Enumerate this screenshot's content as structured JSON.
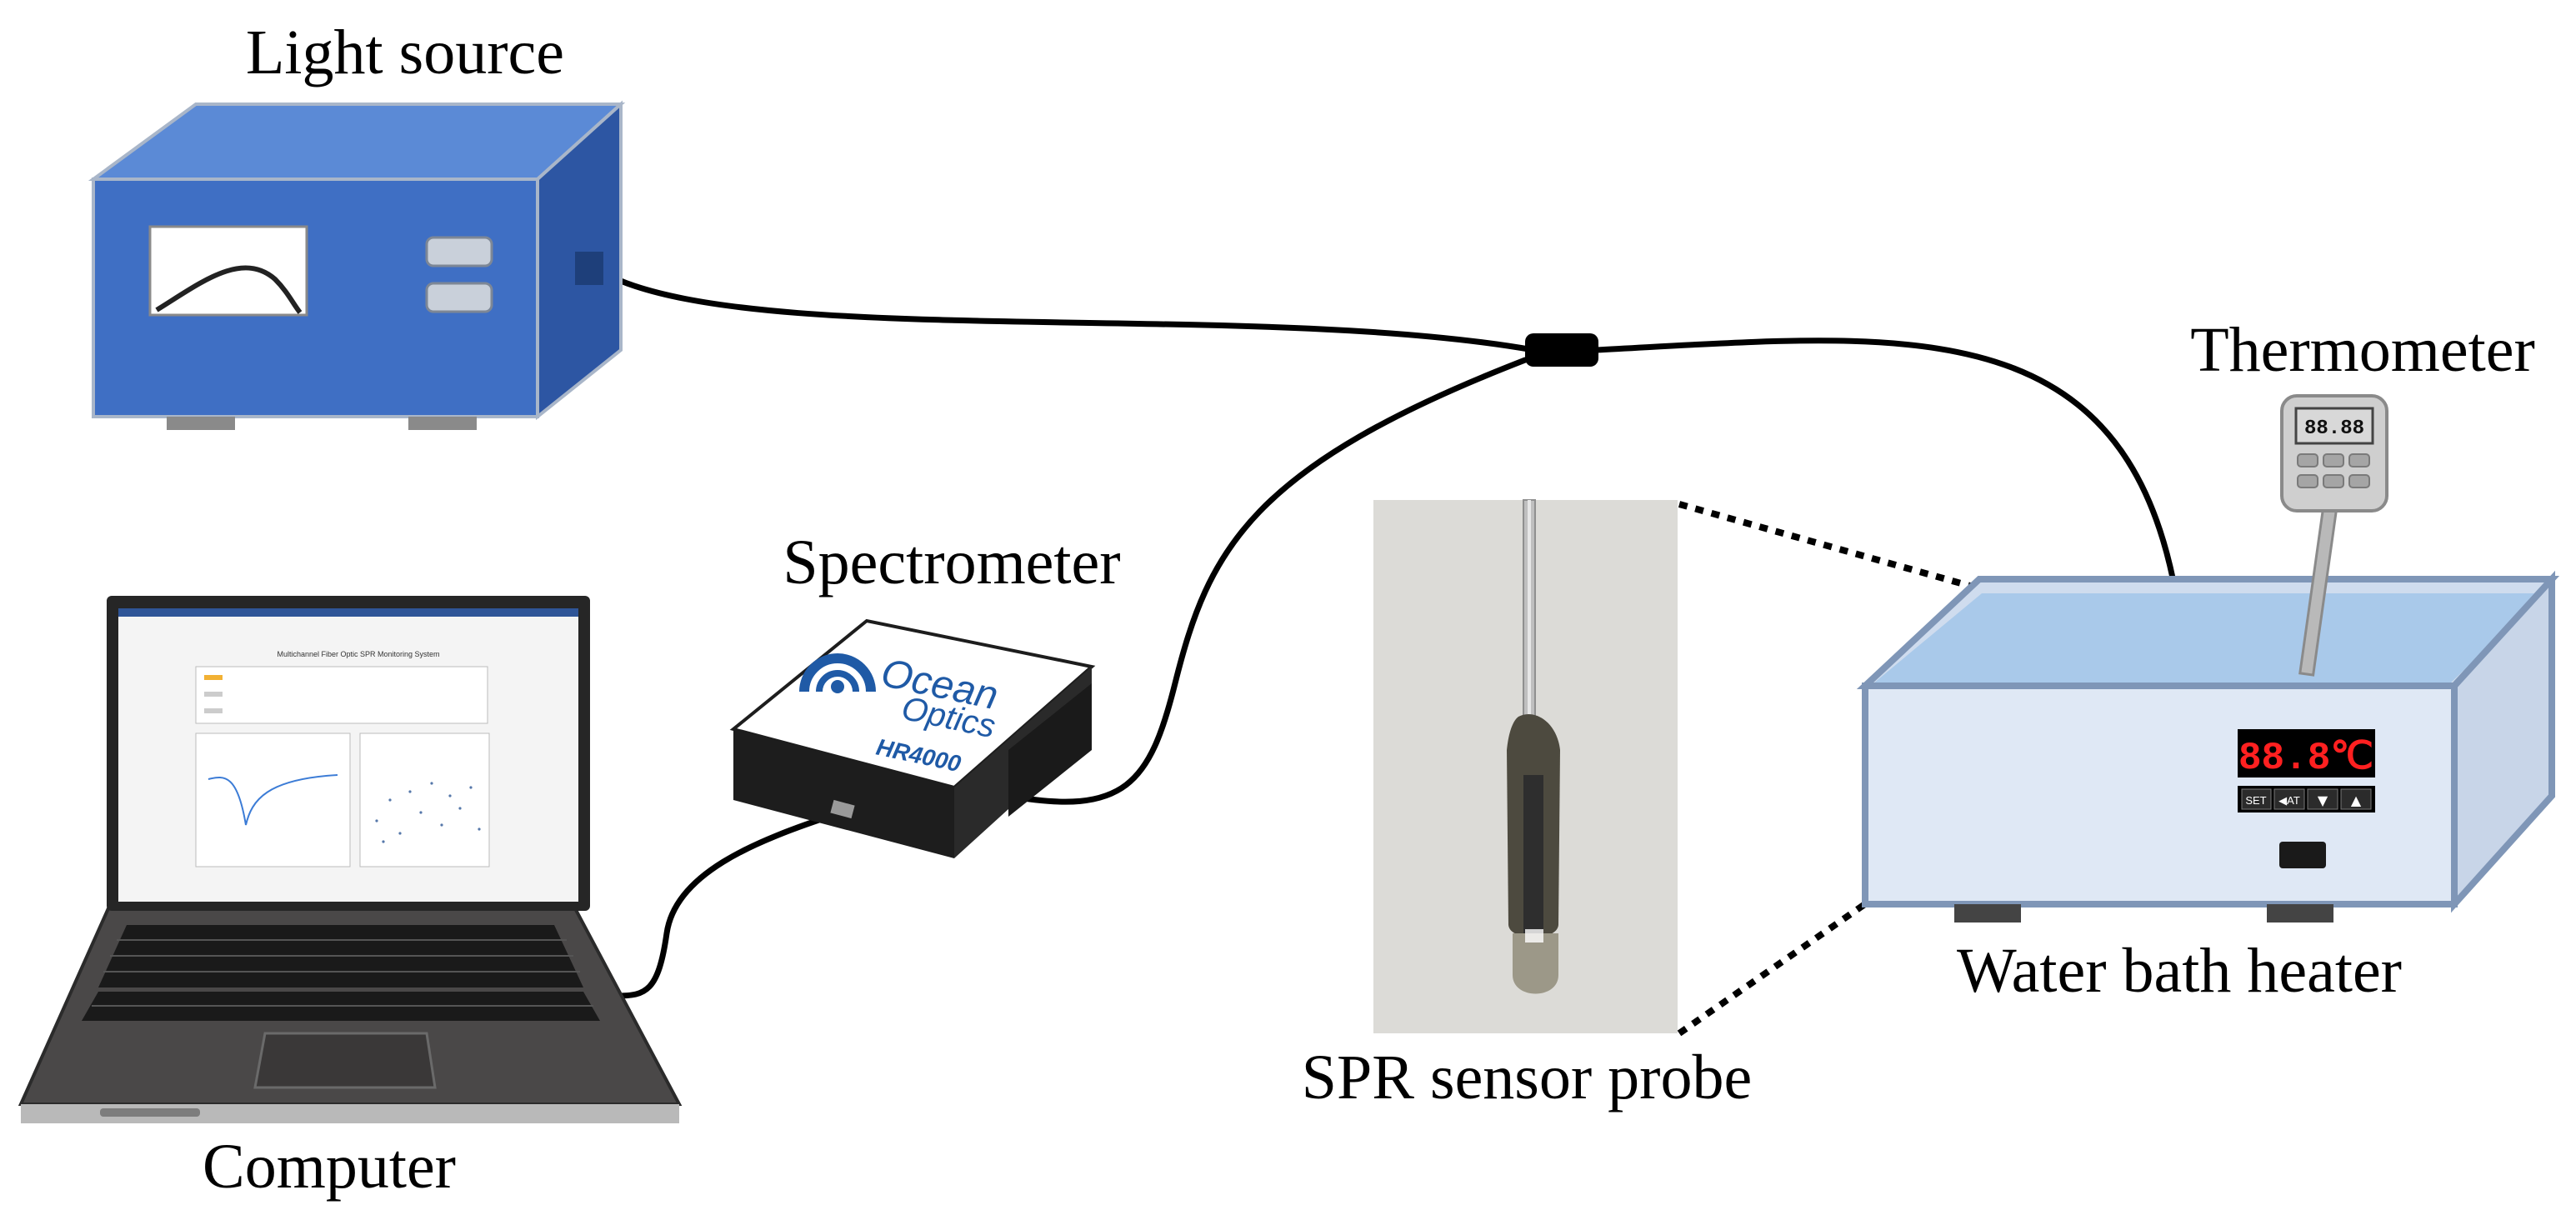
{
  "labels": {
    "light_source": "Light source",
    "thermometer": "Thermometer",
    "spectrometer": "Spectrometer",
    "computer": "Computer",
    "water_bath": "Water bath heater",
    "probe": "SPR sensor probe"
  },
  "spectrometer": {
    "brand_line1": "Ocean",
    "brand_line2": "Optics",
    "model": "HR4000"
  },
  "heater": {
    "display": "88.8℃",
    "buttons": [
      "SET",
      "◀AT",
      "▼",
      "▲"
    ]
  },
  "thermometer_display": "88.88",
  "laptop_screen": {
    "title": "Multichannel Fiber Optic SPR Monitoring System"
  },
  "colors": {
    "light_source_front": "#3f6fc4",
    "light_source_top": "#5b8ad6",
    "light_source_side": "#2d56a3",
    "spectrometer_body": "#1d1d1d",
    "brand_blue": "#1f5aa6",
    "water": "#a9c9ea",
    "tank": "#dfe8f5",
    "tank_edge": "#7f96b7",
    "heater_display_text": "#ff2020"
  }
}
